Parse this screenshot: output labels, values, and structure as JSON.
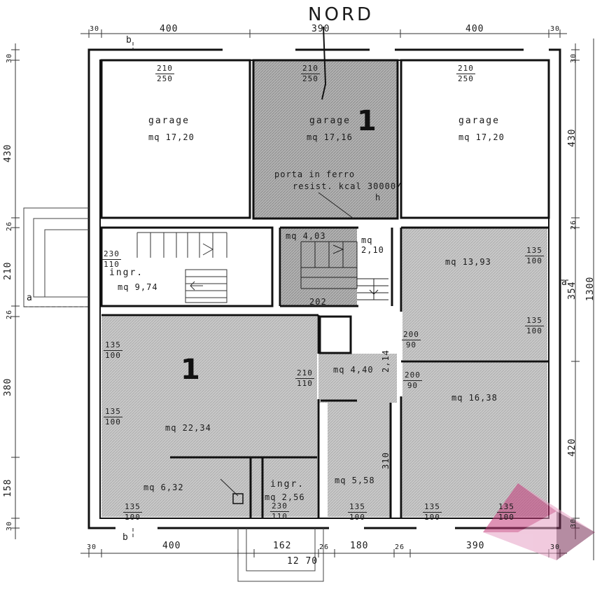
{
  "north_label": "NORD",
  "section_markers": {
    "a": "a",
    "b": "b"
  },
  "unit_number": "1",
  "rooms": [
    {
      "id": "garage-left",
      "name": "garage",
      "area": "mq 17,20",
      "door_num": "210",
      "door_den": "250"
    },
    {
      "id": "garage-center",
      "name": "garage",
      "area": "mq 17,16",
      "door_num": "210",
      "door_den": "250"
    },
    {
      "id": "garage-right",
      "name": "garage",
      "area": "mq 17,20",
      "door_num": "210",
      "door_den": "250"
    },
    {
      "id": "entrance-west",
      "name": "ingr.",
      "area": "mq 9,74",
      "door_num": "230",
      "door_den": "110"
    },
    {
      "id": "stair-room",
      "area": "mq 4,03",
      "note": "202"
    },
    {
      "id": "stair-landing",
      "area": "mq 2,10"
    },
    {
      "id": "room-ne",
      "area": "mq 13,93"
    },
    {
      "id": "hall",
      "area": "mq 4,40"
    },
    {
      "id": "room-se",
      "area": "mq 16,38"
    },
    {
      "id": "living",
      "area": "mq 22,34"
    },
    {
      "id": "kitchen",
      "area": "mq 6,32"
    },
    {
      "id": "entrance-south",
      "name": "ingr.",
      "area": "mq 2,56",
      "door_num": "230",
      "door_den": "110"
    },
    {
      "id": "bath",
      "area": "mq 5,58"
    }
  ],
  "iron_door_note": {
    "line1": "porta in ferro",
    "line2": "resist. kcal 30000/",
    "line3": "h"
  },
  "openings": [
    {
      "num": "135",
      "den": "100"
    },
    {
      "num": "200",
      "den": "90"
    },
    {
      "num": "210",
      "den": "110"
    }
  ],
  "dimensions": {
    "top": [
      "30",
      "400",
      "390",
      "400",
      "30"
    ],
    "bottom": [
      "30",
      "400",
      "162",
      "26",
      "180",
      "26",
      "390",
      "30"
    ],
    "bottom_total": "12 70",
    "left": [
      "30",
      "430",
      "26",
      "210",
      "26",
      "380",
      "158",
      "30"
    ],
    "right": [
      "30",
      "430",
      "26",
      "354",
      "420",
      "30"
    ],
    "right_total": "1300",
    "misc": [
      "2,14",
      "310"
    ]
  },
  "colors": {
    "hatch": "#b4b4b4",
    "hatch_dark": "#9a9a9a",
    "wall": "#111111",
    "watermark": "#c43a7a"
  }
}
